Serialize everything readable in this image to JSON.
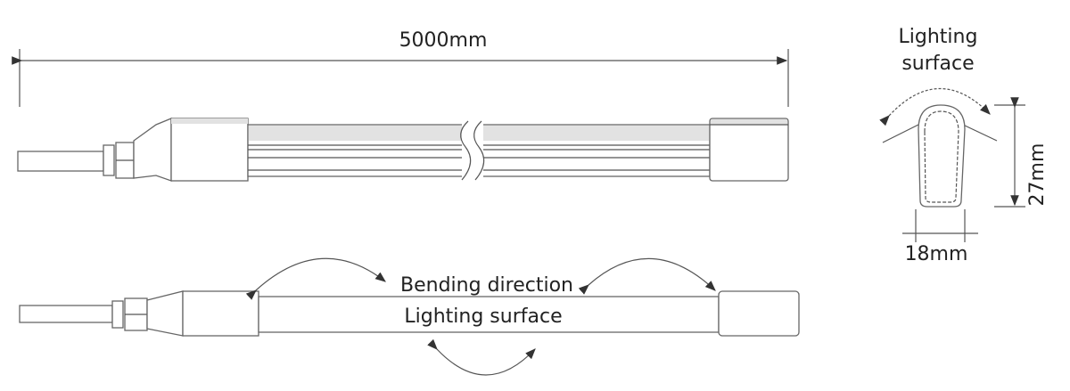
{
  "top_view": {
    "length_label": "5000mm"
  },
  "side_view": {
    "bending_label": "Bending direction",
    "surface_label": "Lighting surface"
  },
  "cross_section": {
    "surface_line1": "Lighting",
    "surface_line2": "surface",
    "height_label": "27mm",
    "width_label": "18mm"
  },
  "colors": {
    "line": "#555555",
    "shade": "#e2e2e2"
  }
}
